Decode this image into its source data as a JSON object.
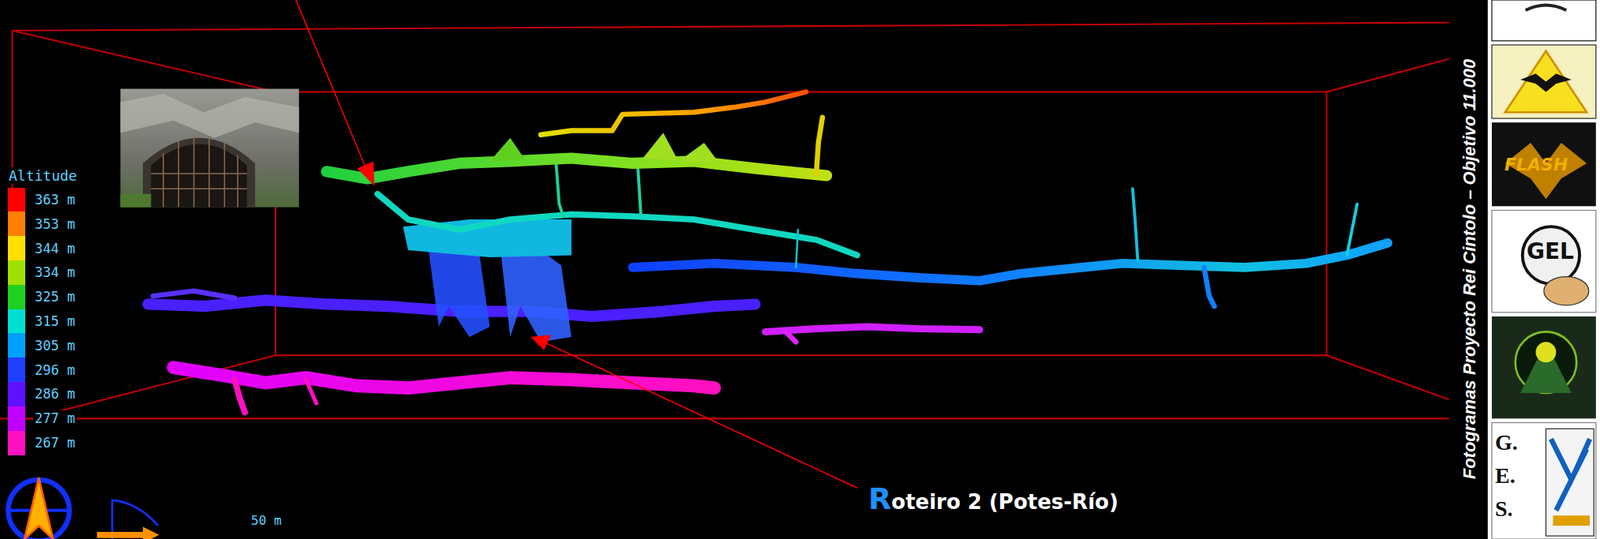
{
  "diagram": {
    "labels": [
      "Altitude",
      "50 m",
      "Roteiro 2 (Potes-Río)",
      "Fotogramas Proyecto Rei Cintolo – Objetivo 11.000",
      "FLASH",
      "GEL",
      "G.",
      "E.",
      "S."
    ],
    "legend": [
      {
        "text": "363 m",
        "color": "#ff0000"
      },
      {
        "text": "353 m",
        "color": "#ff8000"
      },
      {
        "text": "344 m",
        "color": "#ffe000"
      },
      {
        "text": "334 m",
        "color": "#a0e000"
      },
      {
        "text": "325 m",
        "color": "#20d020"
      },
      {
        "text": "315 m",
        "color": "#00e0d0"
      },
      {
        "text": "305 m",
        "color": "#00a0ff"
      },
      {
        "text": "296 m",
        "color": "#2040ff"
      },
      {
        "text": "286 m",
        "color": "#6010ff"
      },
      {
        "text": "277 m",
        "color": "#c000ff"
      },
      {
        "text": "267 m",
        "color": "#ff10c0"
      }
    ]
  }
}
